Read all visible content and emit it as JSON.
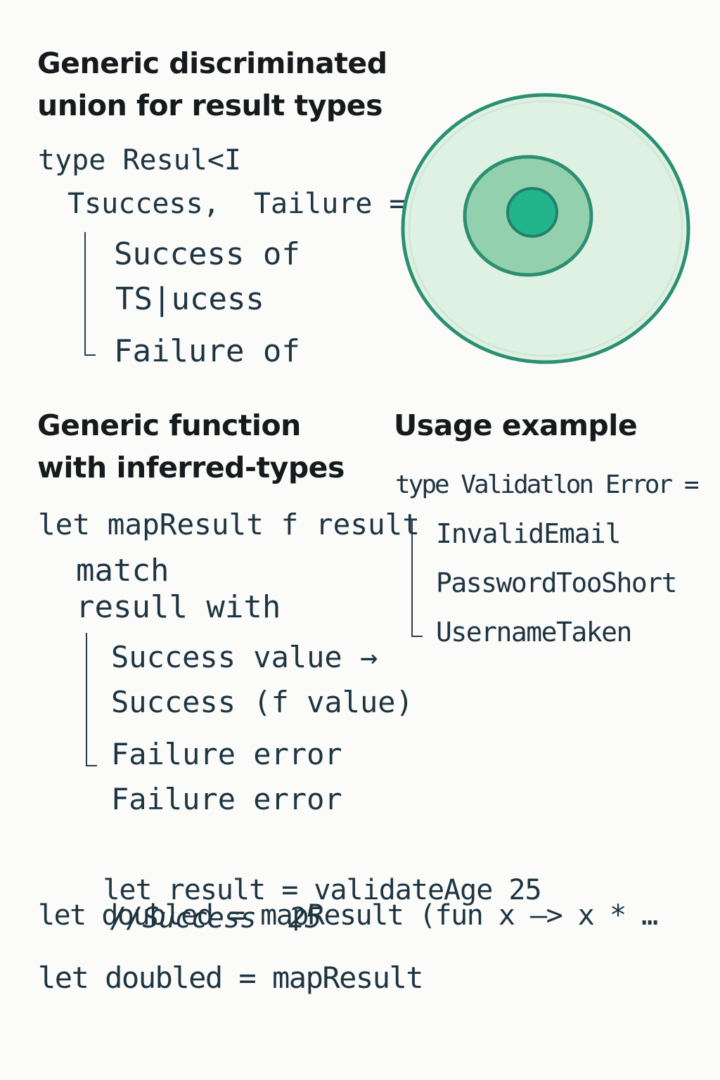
{
  "sections": {
    "union": {
      "heading_line1": "Generic discriminated",
      "heading_line2": "union for result types",
      "code": {
        "line1": "type Resul<I",
        "line2": "Tsuccess,  Tailure =",
        "case1_a": "Success of",
        "case1_b": "TS|ucess",
        "case2": "Failure of"
      }
    },
    "function": {
      "heading_line1": "Generic function",
      "heading_line2": "with inferred-types",
      "code": {
        "line1": "let mapResult f result",
        "line2": "match",
        "line3": "resull with",
        "case1_a": "Success value →",
        "case1_b": "Success (f value)",
        "case2_a": "Failure error",
        "case2_b": "Failure error"
      }
    },
    "usage": {
      "heading": "Usage example",
      "code": {
        "line1": "type Validatlon Error =",
        "case1": "InvalidEmail",
        "case2": "PasswordTooShort",
        "case3": "UsernameTaken"
      }
    },
    "bottom": {
      "line1_code": "let result = validateAge 25",
      "line1_comment": "//Success  25",
      "line2": "let doubled = mapResult (fun x –> x * …",
      "line3": "let doubled = mapResult"
    }
  },
  "colors": {
    "outer_fill": "#dff1e3",
    "ring_stroke": "#2b8f72",
    "middle_fill": "#93d1ae",
    "core_fill": "#22b48a"
  },
  "icons": {
    "target": "concentric-circles-icon"
  }
}
